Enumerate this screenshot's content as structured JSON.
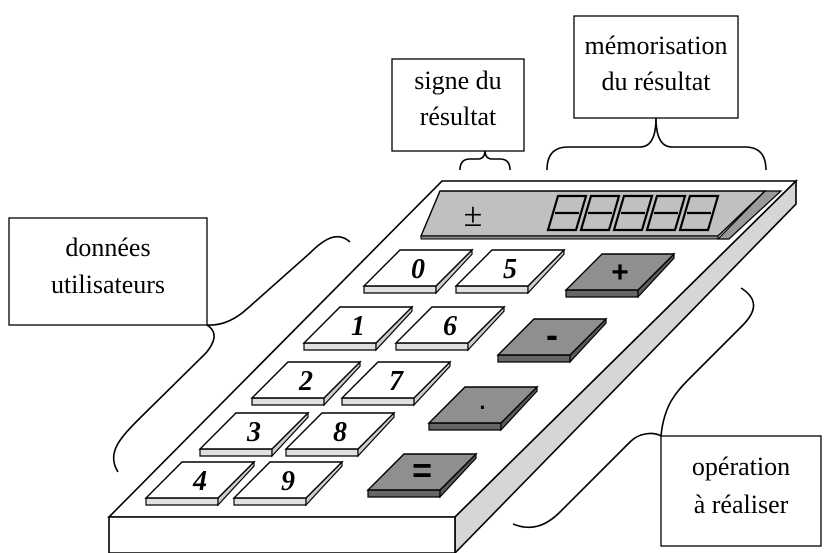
{
  "labels": {
    "sign": [
      "signe du",
      "résultat"
    ],
    "memory": [
      "mémorisation",
      "du résultat"
    ],
    "user_data": [
      "données",
      "utilisateurs"
    ],
    "operation": [
      "opération",
      "à réaliser"
    ]
  },
  "display": {
    "sign_symbol": "±",
    "digit_count": 5
  },
  "keys": {
    "digits": [
      "0",
      "1",
      "2",
      "3",
      "4",
      "5",
      "6",
      "7",
      "8",
      "9"
    ],
    "operators": [
      "+",
      "-",
      "·",
      "="
    ]
  },
  "colors": {
    "body_top": "#ffffff",
    "body_side": "#d6d6d6",
    "display_panel": "#c0c0c0",
    "operator_key": "#8f8f8f",
    "digit_key": "#ffffff"
  }
}
